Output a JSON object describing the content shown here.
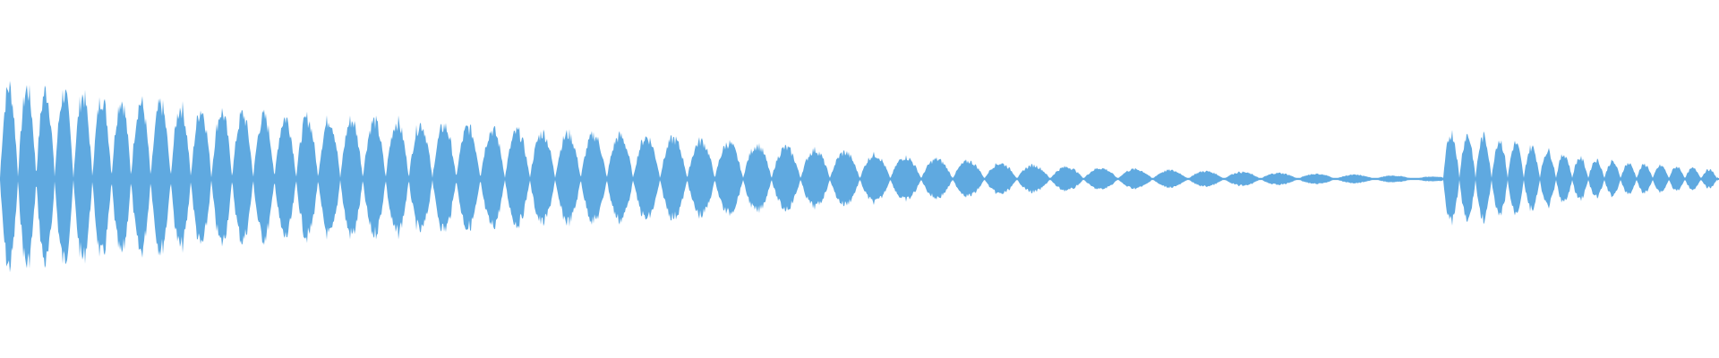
{
  "waveform": {
    "color": "#5fa9e0",
    "background": "#ffffff",
    "segments": [
      {
        "label": "",
        "amplitudes": [
          0.9,
          0.75,
          0.6,
          0.55,
          0.45,
          0.4,
          0.3,
          0.2,
          0.12,
          0.08,
          0.05,
          0.02
        ]
      },
      {
        "label": "",
        "amplitudes": [
          0.45,
          0.4,
          0.3,
          0.2,
          0.15,
          0.12,
          0.08
        ]
      }
    ]
  }
}
